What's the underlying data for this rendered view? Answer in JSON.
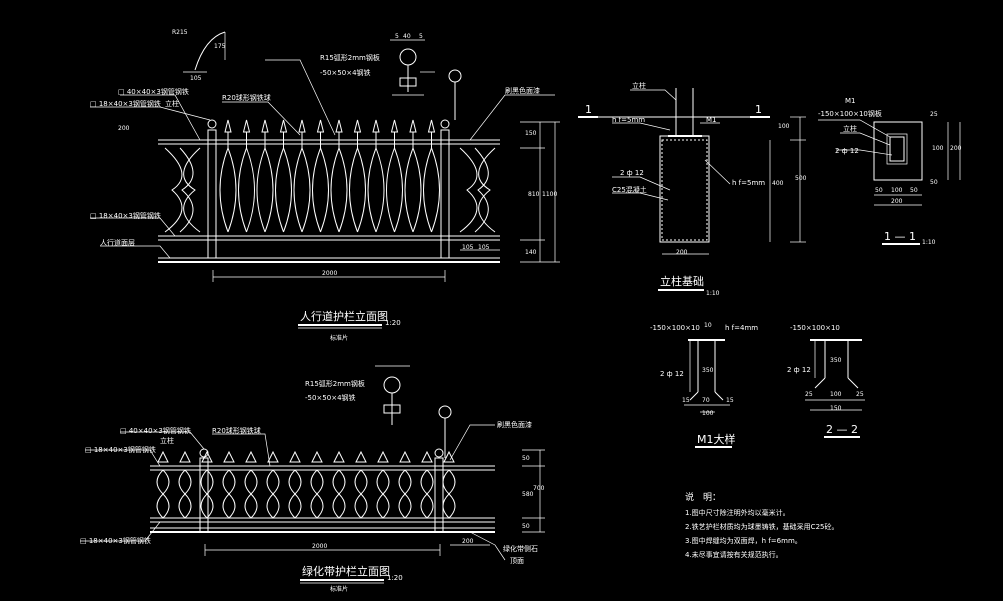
{
  "titles": {
    "pedestrian": "人行道护栏立面图",
    "pedestrian_scale": "1:20",
    "pedestrian_sub": "标准片",
    "green": "绿化带护栏立面图",
    "green_scale": "1:20",
    "green_sub": "标准片",
    "post_found": "立柱基础",
    "post_found_scale": "1:10",
    "sec11": "1 — 1",
    "sec11_scale": "1:10",
    "m1": "M1大样",
    "sec22": "2 — 2"
  },
  "top_labels": {
    "r215": "R215",
    "d175": "175",
    "d105": "105",
    "steel_pipe": "□ 40×40×3钢管钢铁",
    "upper_rail": "□ 18×40×3钢管钢铁",
    "post": "立柱",
    "ball": "R20球形钢铁球",
    "decor": "R15弧形2mm钢板",
    "flat": "-50×50×4钢铁",
    "lower_rail": "□ 18×40×3钢管钢铁",
    "sidewalk": "人行道面层",
    "paint": "刷黑色面漆",
    "d150": "150",
    "d810": "810",
    "d1100": "1100",
    "d140": "140",
    "d105b": "105",
    "d105c": "105",
    "d2000": "2000",
    "d5": "5",
    "d40": "40",
    "d5b": "5",
    "d200": "200"
  },
  "bottom_labels": {
    "steel_pipe": "□ 40×40×3钢管钢铁",
    "post": "立柱",
    "ball": "R20球形钢铁球",
    "upper_rail": "□ 18×40×3钢管钢铁",
    "decor": "R15弧形2mm钢板",
    "flat": "-50×50×4钢铁",
    "lower_rail": "□ 18×40×3钢管钢铁",
    "paint": "刷黑色面漆",
    "curb": "绿化带侧石",
    "curb2": "顶面",
    "d50": "50",
    "d580": "580",
    "d700": "700",
    "d50b": "50",
    "d2000": "2000",
    "d200": "200"
  },
  "foundation": {
    "sec_mark": "1",
    "sec_mark2": "1",
    "post": "立柱",
    "weld": "h f=5mm",
    "m1": "M1",
    "rebar": "2 ф 12",
    "concrete": "C25混凝土",
    "weld2": "h f=5mm",
    "d100": "100",
    "d500": "500",
    "d400": "400",
    "d200": "200"
  },
  "section11": {
    "m1": "M1",
    "plate": "-150×100×10钢板",
    "post": "立柱",
    "rebar": "2 ф 12",
    "d25": "25",
    "d100": "100",
    "d50": "50",
    "d200": "200",
    "w50": "50",
    "w100": "100",
    "w50b": "50",
    "w200": "200"
  },
  "m1_detail": {
    "plate": "-150×100×10",
    "weld": "h f=4mm",
    "rebar": "2 ф 12",
    "d350": "350",
    "d15": "15",
    "d70": "70",
    "d15b": "15",
    "d100": "100",
    "d10": "10"
  },
  "section22": {
    "plate": "-150×100×10",
    "rebar": "2 ф 12",
    "d350": "350",
    "d25": "25",
    "d100": "100",
    "d25b": "25",
    "d150": "150"
  },
  "notes": {
    "heading": "说　明：",
    "items": [
      "1.图中尺寸除注明外均以毫米计。",
      "2.铁艺护栏材质均为球墨铸铁，基础采用C25砼。",
      "3.图中焊缝均为双面焊，h f=6mm。",
      "4.未尽事宜请按有关规范执行。"
    ]
  }
}
